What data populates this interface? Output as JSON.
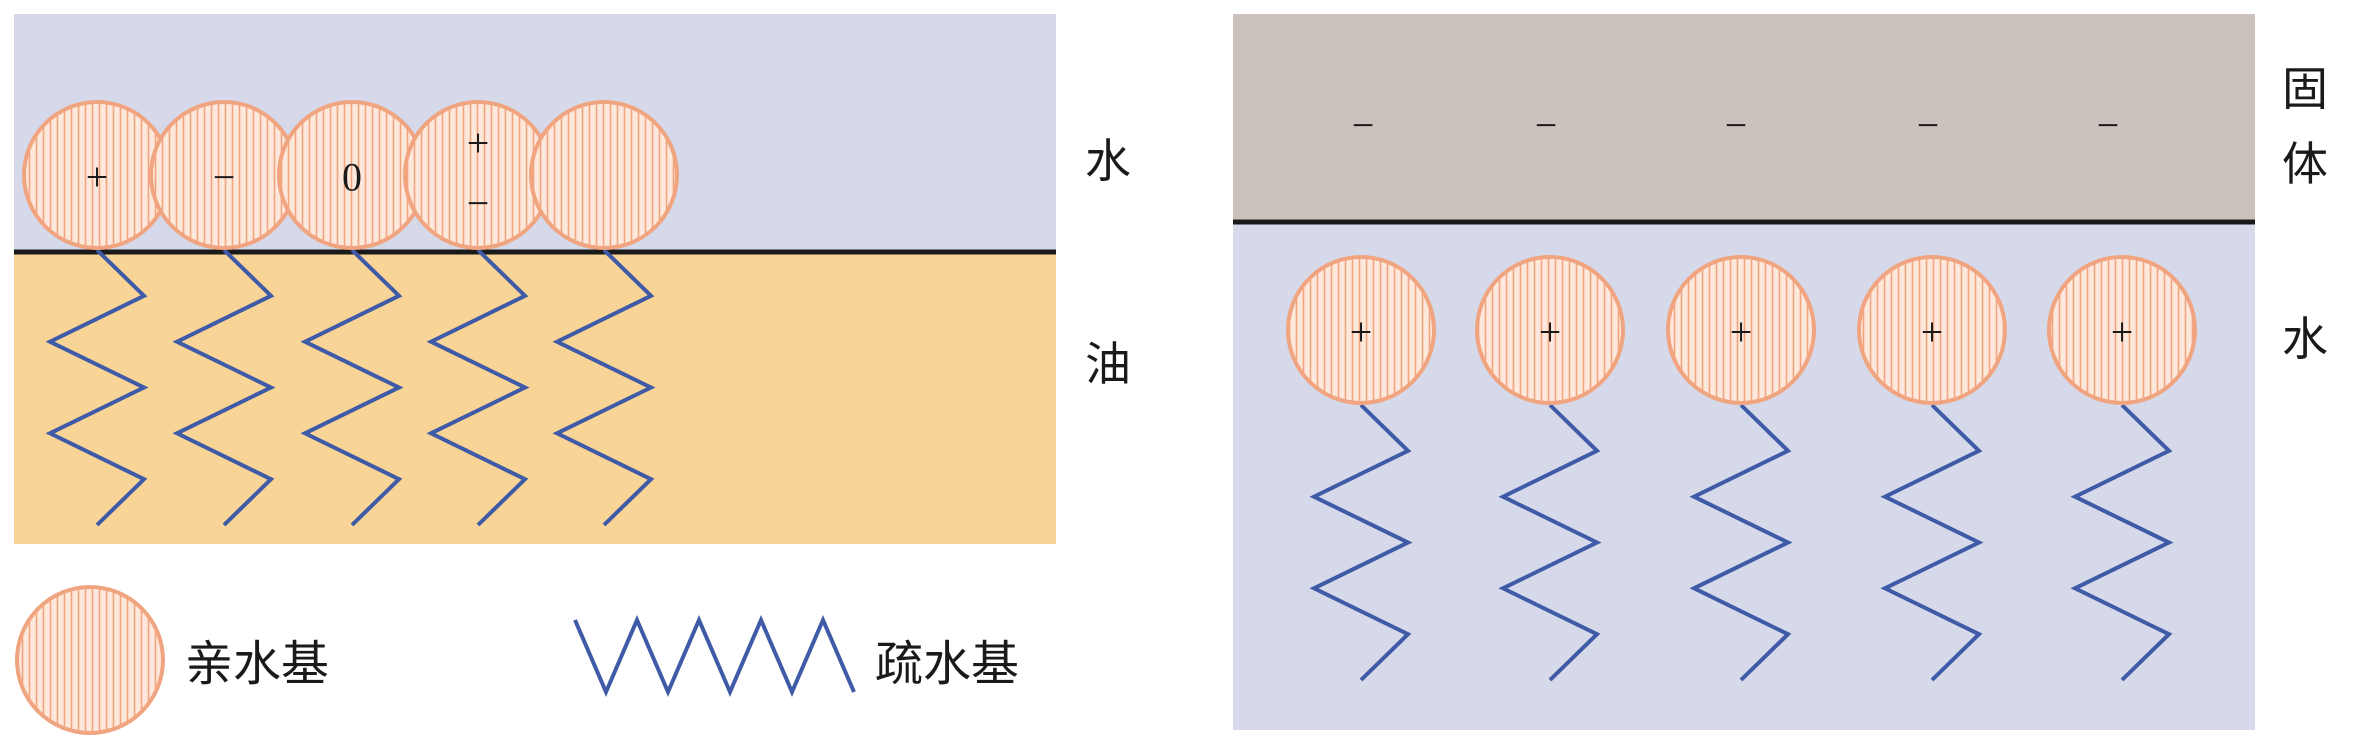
{
  "colors": {
    "water": "#d6d9e9",
    "oil": "#f8d597",
    "solid": "#cbc1bd",
    "interface_line": "#1a1a1a",
    "head_fill": "#fde8dc",
    "head_stroke": "#f0a47f",
    "head_stripe": "#f2a47e",
    "tail": "#3f5aa6"
  },
  "left_panel": {
    "labels": {
      "water": "水",
      "oil": "油"
    },
    "heads": [
      {
        "charge_top": "+",
        "charge_bottom": ""
      },
      {
        "charge_top": "−",
        "charge_bottom": ""
      },
      {
        "charge_top": "0",
        "charge_bottom": ""
      },
      {
        "charge_top": "+",
        "charge_bottom": "−"
      },
      {
        "charge_top": "",
        "charge_bottom": ""
      }
    ]
  },
  "right_panel": {
    "labels": {
      "solid_line1": "固",
      "solid_line2": "体",
      "water": "水"
    },
    "solid_charges": [
      "−",
      "−",
      "−",
      "−",
      "−"
    ],
    "heads": [
      {
        "charge": "+"
      },
      {
        "charge": "+"
      },
      {
        "charge": "+"
      },
      {
        "charge": "+"
      },
      {
        "charge": "+"
      }
    ]
  },
  "legend": {
    "hydrophilic_label": "亲水基",
    "hydrophobic_label": "疏水基"
  }
}
